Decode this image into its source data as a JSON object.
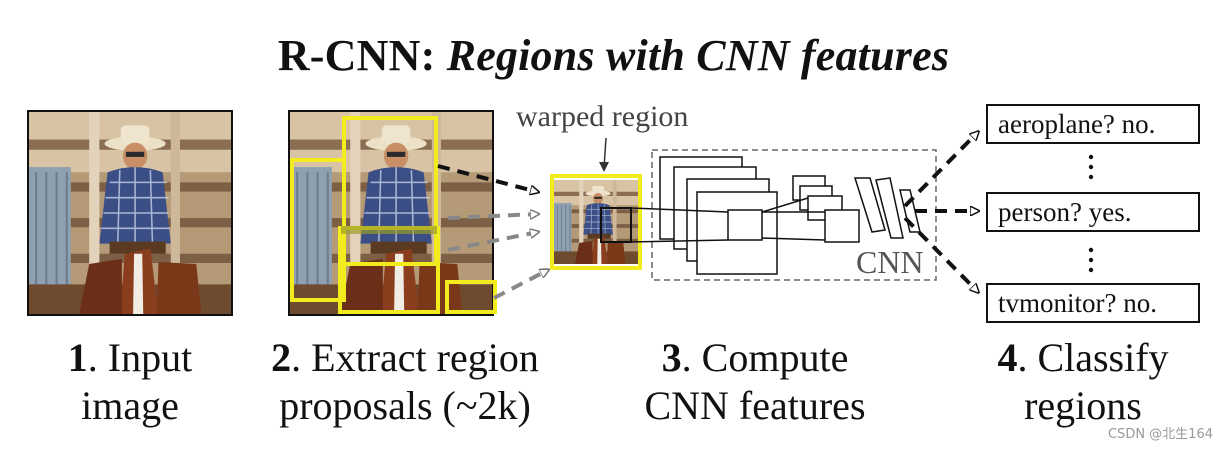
{
  "title": {
    "bold": "R-CNN: ",
    "italic": "Regions with CNN features"
  },
  "warped_label": "warped region",
  "cnn_label": "CNN",
  "classes": [
    {
      "label": "aeroplane? no."
    },
    {
      "label": "person? yes."
    },
    {
      "label": "tvmonitor? no."
    }
  ],
  "steps": [
    {
      "num": "1",
      "line1": ". Input",
      "line2": "image"
    },
    {
      "num": "2",
      "line1": ". Extract region",
      "line2": "proposals (~2k)"
    },
    {
      "num": "3",
      "line1": ". Compute",
      "line2": "CNN features"
    },
    {
      "num": "4",
      "line1": ". Classify",
      "line2": "regions"
    }
  ],
  "watermark": "CSDN @北生164",
  "colors": {
    "proposal": "#f2ec1f",
    "arrow_dark": "#111111",
    "arrow_gray": "#777777"
  }
}
